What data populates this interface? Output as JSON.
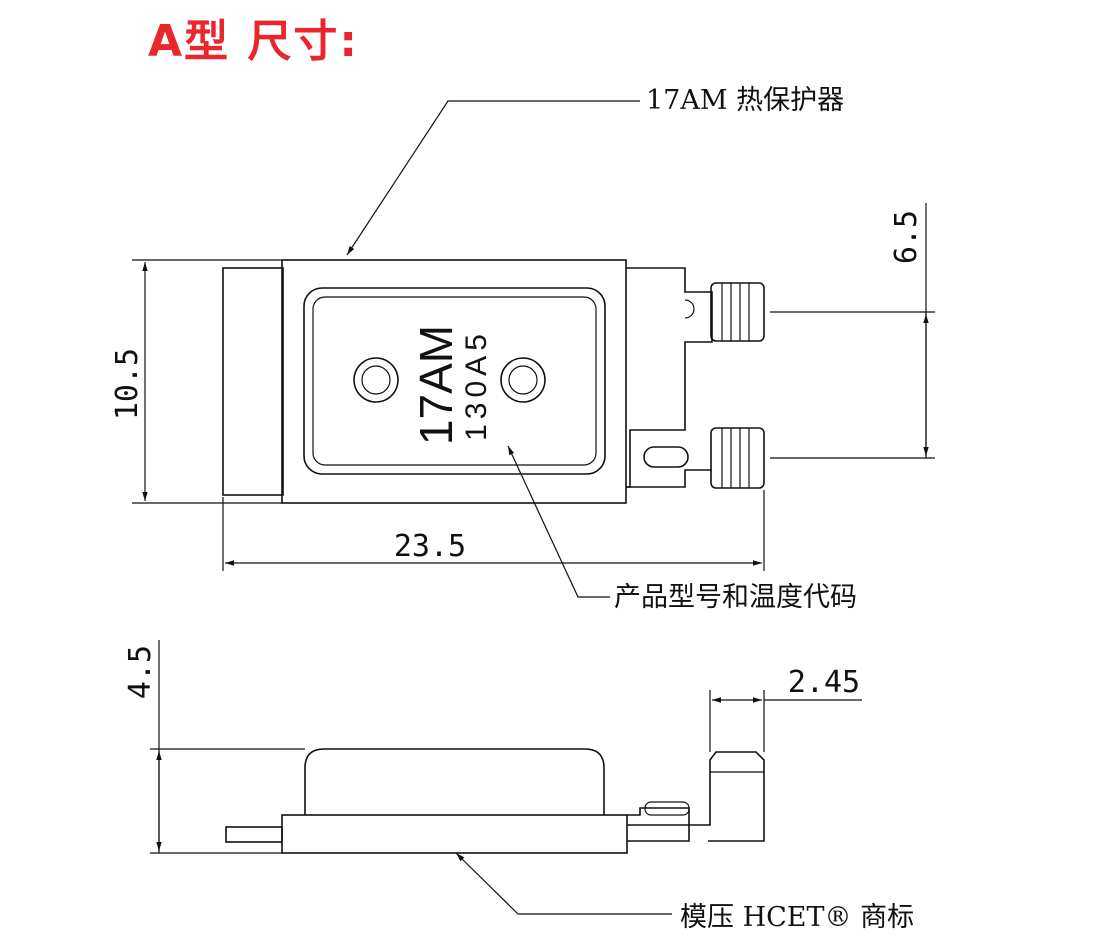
{
  "title": "A型 尺寸:",
  "labels": {
    "product": "17AM 热保护器",
    "model_code": "产品型号和温度代码",
    "trademark": "模压 HCET® 商标"
  },
  "marking": {
    "line1": "17AM",
    "line2": "130A5"
  },
  "dimensions": {
    "height": "10.5",
    "width": "23.5",
    "terminal_spacing": "6.5",
    "thickness": "4.5",
    "terminal_offset": "2.45"
  }
}
